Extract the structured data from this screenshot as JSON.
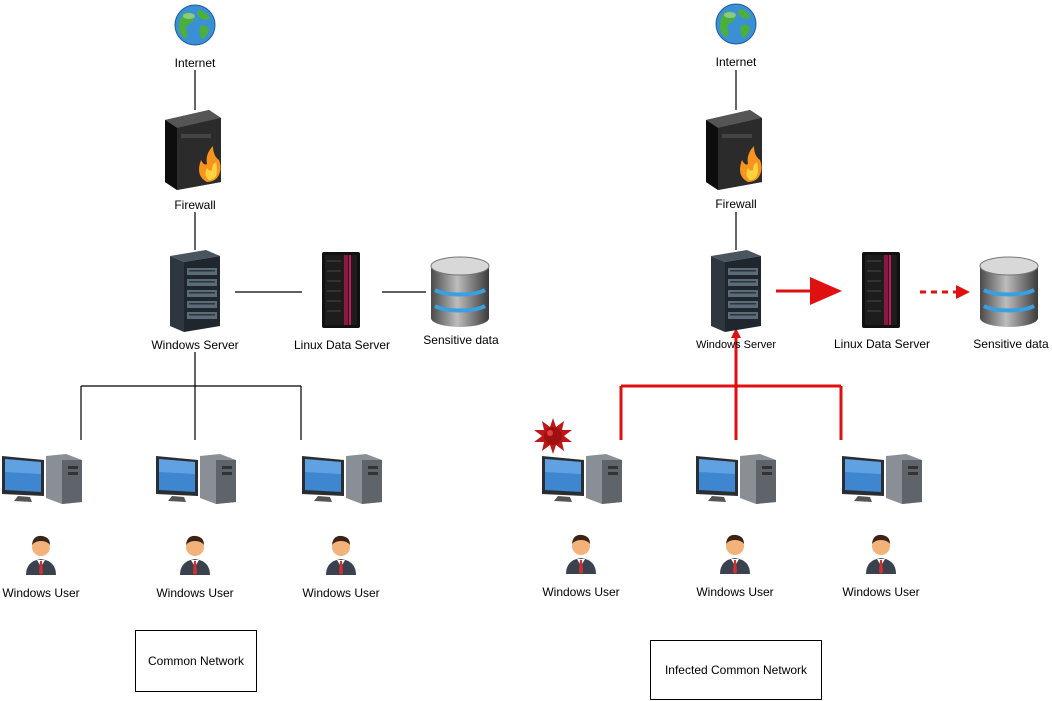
{
  "left": {
    "internet": "Internet",
    "firewall": "Firewall",
    "windows_server": "Windows Server",
    "linux_server": "Linux Data Server",
    "sensitive": "Sensitive data",
    "users": [
      "Windows User",
      "Windows User",
      "Windows User"
    ],
    "network_label": "Common Network"
  },
  "right": {
    "internet": "Internet",
    "firewall": "Firewall",
    "windows_server": "Windows Server",
    "linux_server": "Linux Data Server",
    "sensitive": "Sensitive data",
    "users": [
      "Windows User",
      "Windows User",
      "Windows User"
    ],
    "network_label": "Infected Common Network"
  },
  "colors": {
    "attack": "#e01010",
    "line": "#000000",
    "virus": "#c01818"
  }
}
